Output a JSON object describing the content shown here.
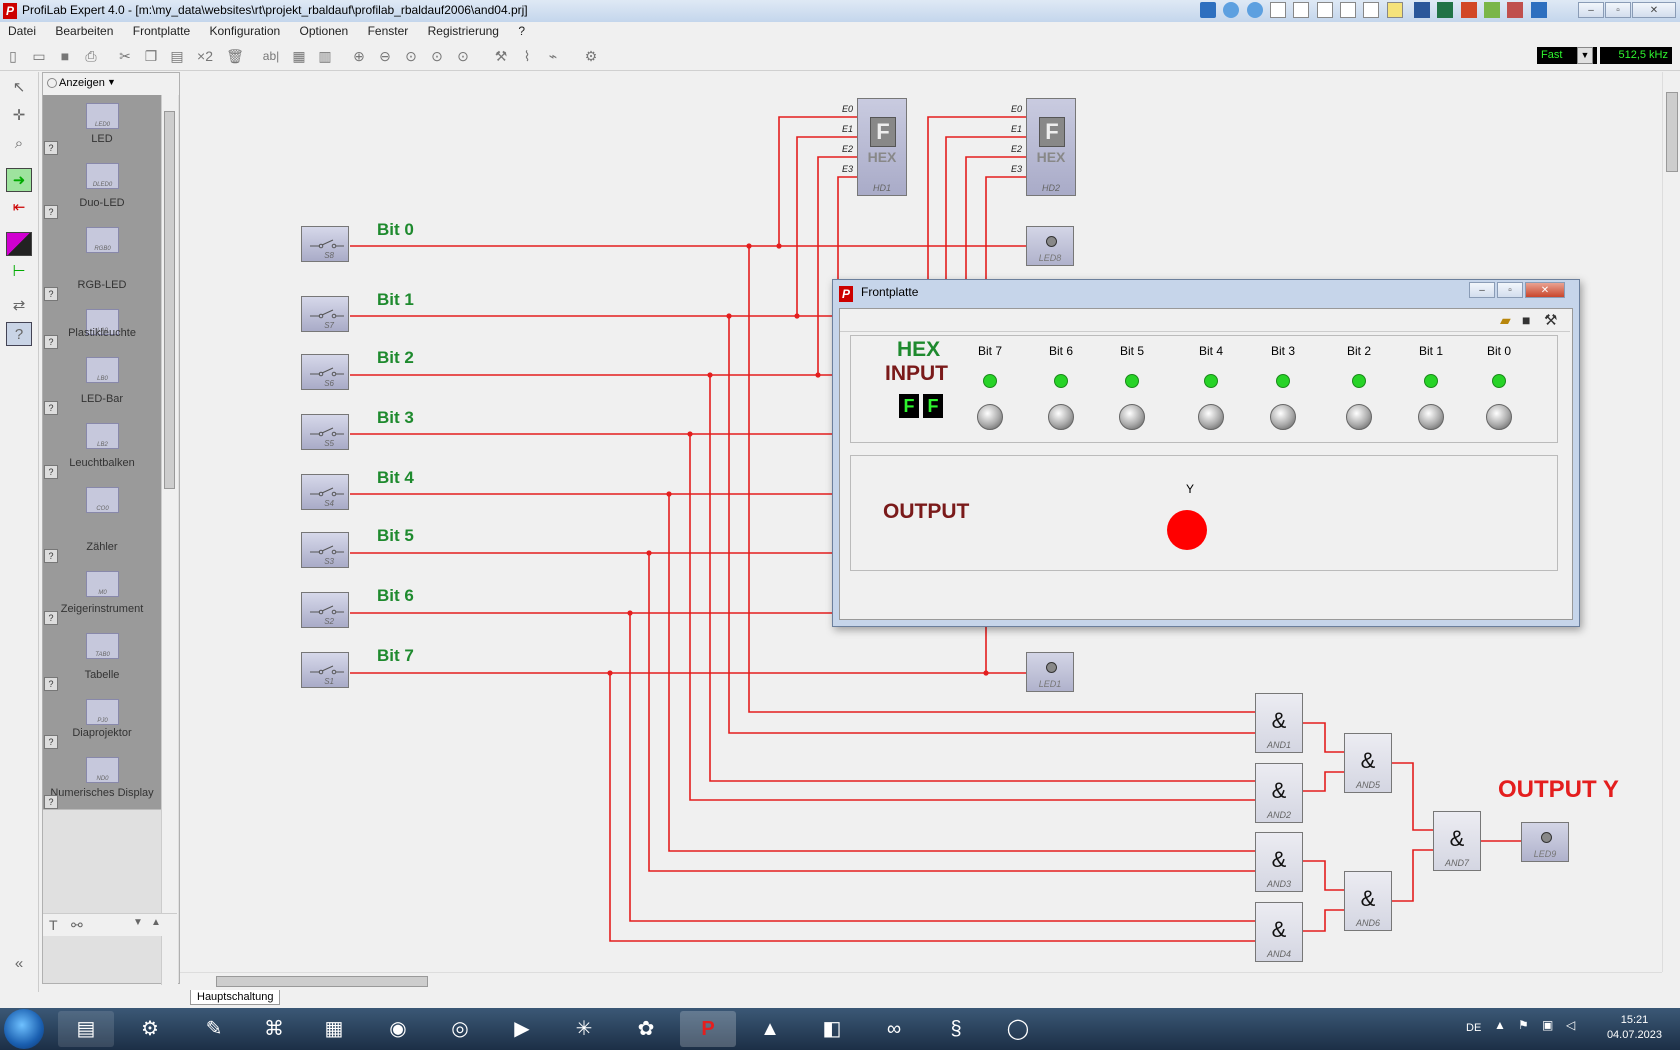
{
  "window": {
    "title": "ProfiLab Expert 4.0 - [m:\\my_data\\websites\\rt\\projekt_rbaldauf\\profilab_rbaldauf2006\\and04.prj]",
    "logo": "P"
  },
  "menu": [
    "Datei",
    "Bearbeiten",
    "Frontplatte",
    "Konfiguration",
    "Optionen",
    "Fenster",
    "Registrierung",
    "?"
  ],
  "toolbar": {
    "speed": "Fast",
    "frequency": "512,5 kHz",
    "x2_label": "×2",
    "ab_label": "ab|"
  },
  "palette": {
    "header": "Anzeigen",
    "items": [
      {
        "label": "LED",
        "code": "LED0"
      },
      {
        "label": "Duo-LED",
        "code": "DLED0"
      },
      {
        "label": "RGB-LED",
        "code": "RGB0"
      },
      {
        "label": "Plastikleuchte",
        "code": "LA0"
      },
      {
        "label": "LED-Bar",
        "code": "LB0"
      },
      {
        "label": "Leuchtbalken",
        "code": "LB2"
      },
      {
        "label": "Zähler",
        "code": "CO0"
      },
      {
        "label": "Zeigerinstrument",
        "code": "M0"
      },
      {
        "label": "Tabelle",
        "code": "TAB0"
      },
      {
        "label": "Diaprojektor",
        "code": "PJ0"
      },
      {
        "label": "Numerisches Display",
        "code": "ND0"
      }
    ],
    "help": "?"
  },
  "circuit": {
    "switches": [
      {
        "name": "S8",
        "label": "Bit 0"
      },
      {
        "name": "S7",
        "label": "Bit 1"
      },
      {
        "name": "S6",
        "label": "Bit 2"
      },
      {
        "name": "S5",
        "label": "Bit 3"
      },
      {
        "name": "S4",
        "label": "Bit 4"
      },
      {
        "name": "S3",
        "label": "Bit 5"
      },
      {
        "name": "S2",
        "label": "Bit 6"
      },
      {
        "name": "S1",
        "label": "Bit 7"
      }
    ],
    "hex_displays": [
      {
        "name": "HD1",
        "digit": "F",
        "label": "HEX",
        "pins": [
          "E0",
          "E1",
          "E2",
          "E3"
        ]
      },
      {
        "name": "HD2",
        "digit": "F",
        "label": "HEX",
        "pins": [
          "E0",
          "E1",
          "E2",
          "E3"
        ]
      }
    ],
    "leds": {
      "led8": "LED8",
      "led1": "LED1",
      "led9": "LED9"
    },
    "and_gates": [
      "AND1",
      "AND2",
      "AND3",
      "AND4",
      "AND5",
      "AND6",
      "AND7"
    ],
    "and_symbol": "&",
    "output_label": "OUTPUT Y",
    "tab": "Hauptschaltung"
  },
  "frontplatte": {
    "title": "Frontplatte",
    "hex_title": "HEX",
    "input_title": "INPUT",
    "hex_digits": [
      "F",
      "F"
    ],
    "bits": [
      "Bit 7",
      "Bit 6",
      "Bit 5",
      "Bit 4",
      "Bit 3",
      "Bit 2",
      "Bit 1",
      "Bit 0"
    ],
    "output_title": "OUTPUT",
    "y_label": "Y",
    "lamp_color": "#ff0000",
    "led_color": "#27d327"
  },
  "taskbar": {
    "lang": "DE",
    "time": "15:21",
    "date": "04.07.2023"
  },
  "colors": {
    "wire": "#e41e1e",
    "bit_label": "#1e8a2e",
    "output_red": "#7a1a1a"
  }
}
